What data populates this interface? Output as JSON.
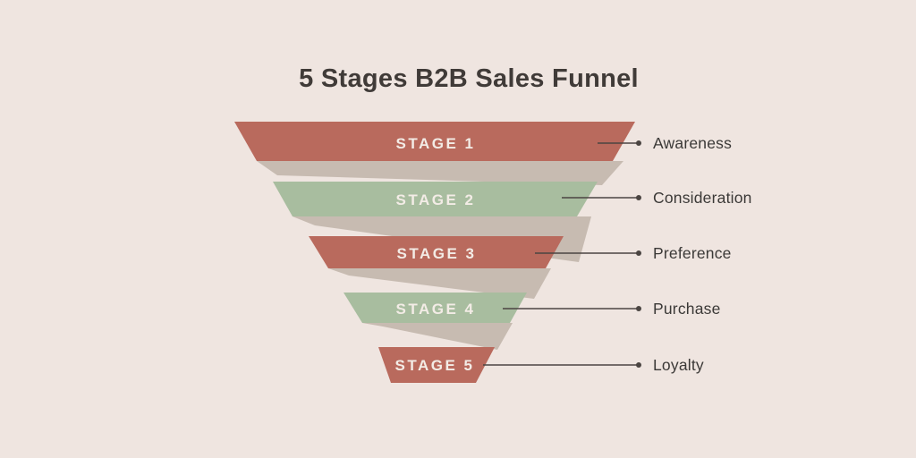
{
  "title": "5 Stages B2B Sales Funnel",
  "colors": {
    "background": "#efe5e0",
    "red_band": "#b96a5d",
    "green_band": "#a8bd9f",
    "fold_shadow": "#c7bbb1",
    "title_text": "#403b38",
    "annotation_text": "#3b3937",
    "stage_text": "#f3ece6",
    "connector_line": "#4b4542"
  },
  "stages": [
    {
      "stage_label": "STAGE 1",
      "annotation": "Awareness",
      "color": "#b96a5d"
    },
    {
      "stage_label": "STAGE 2",
      "annotation": "Consideration",
      "color": "#a8bd9f"
    },
    {
      "stage_label": "STAGE 3",
      "annotation": "Preference",
      "color": "#b96a5d"
    },
    {
      "stage_label": "STAGE 4",
      "annotation": "Purchase",
      "color": "#a8bd9f"
    },
    {
      "stage_label": "STAGE 5",
      "annotation": "Loyalty",
      "color": "#b96a5d"
    }
  ]
}
